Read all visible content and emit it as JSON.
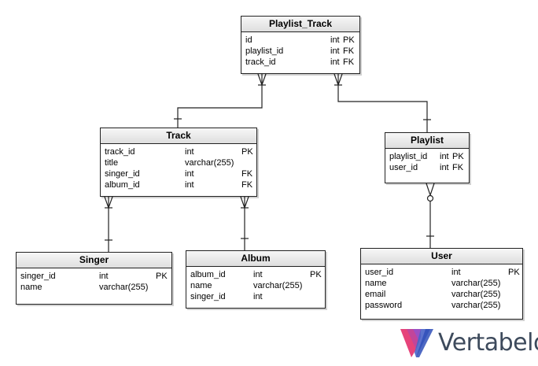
{
  "tables": {
    "playlist_track": {
      "name": "Playlist_Track",
      "columns": [
        {
          "name": "id",
          "type": "int",
          "key": "PK"
        },
        {
          "name": "playlist_id",
          "type": "int",
          "key": "FK"
        },
        {
          "name": "track_id",
          "type": "int",
          "key": "FK"
        }
      ]
    },
    "track": {
      "name": "Track",
      "columns": [
        {
          "name": "track_id",
          "type": "int",
          "key": "PK"
        },
        {
          "name": "title",
          "type": "varchar(255)",
          "key": ""
        },
        {
          "name": "singer_id",
          "type": "int",
          "key": "FK"
        },
        {
          "name": "album_id",
          "type": "int",
          "key": "FK"
        }
      ]
    },
    "playlist": {
      "name": "Playlist",
      "columns": [
        {
          "name": "playlist_id",
          "type": "int",
          "key": "PK"
        },
        {
          "name": "user_id",
          "type": "int",
          "key": "FK"
        }
      ]
    },
    "singer": {
      "name": "Singer",
      "columns": [
        {
          "name": "singer_id",
          "type": "int",
          "key": "PK"
        },
        {
          "name": "name",
          "type": "varchar(255)",
          "key": ""
        }
      ]
    },
    "album": {
      "name": "Album",
      "columns": [
        {
          "name": "album_id",
          "type": "int",
          "key": "PK"
        },
        {
          "name": "name",
          "type": "varchar(255)",
          "key": ""
        },
        {
          "name": "singer_id",
          "type": "int",
          "key": ""
        }
      ]
    },
    "user": {
      "name": "User",
      "columns": [
        {
          "name": "user_id",
          "type": "int",
          "key": "PK"
        },
        {
          "name": "name",
          "type": "varchar(255)",
          "key": ""
        },
        {
          "name": "email",
          "type": "varchar(255)",
          "key": ""
        },
        {
          "name": "password",
          "type": "varchar(255)",
          "key": ""
        }
      ]
    }
  },
  "logo": {
    "text": "Vertabelo",
    "colors": [
      "#e6437a",
      "#9b4fc4",
      "#4a63c8",
      "#3d4a5c"
    ]
  }
}
